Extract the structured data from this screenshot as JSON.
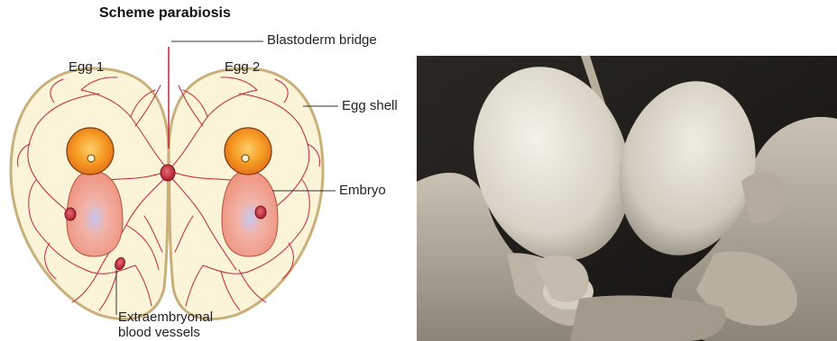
{
  "title": "Scheme parabiosis",
  "labels": {
    "egg1": "Egg 1",
    "egg2": "Egg 2",
    "bridge": "Blastoderm bridge",
    "shell": "Egg shell",
    "embryo": "Embryo",
    "vessels_line1": "Extraembryonal",
    "vessels_line2": "blood vessels"
  },
  "colors": {
    "shell_stroke": "#c9b07a",
    "shell_fill": "#fbf4d8",
    "vessel": "#c4253b",
    "yolk_outer": "#f08a1a",
    "embryo": "#f29a86",
    "photo_bg": "#1c1a17"
  },
  "photo": {
    "description_icon": "photo-hands-holding-two-eggs"
  }
}
